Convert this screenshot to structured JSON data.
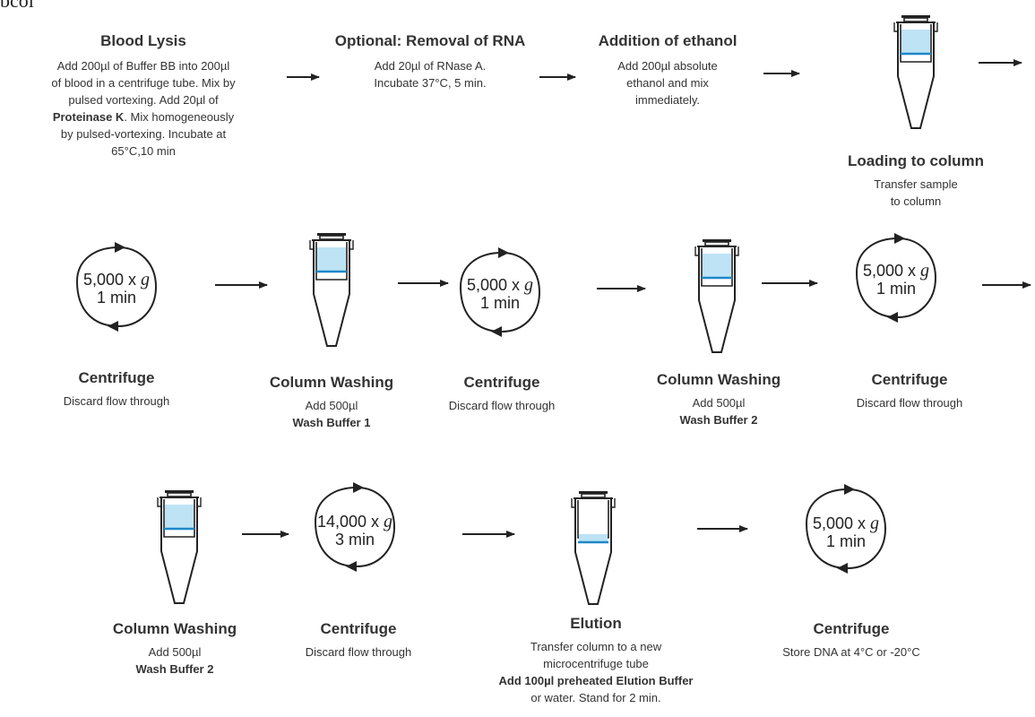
{
  "header_fragment": "bcol",
  "steps": {
    "blood_lysis": {
      "title": "Blood Lysis",
      "lines": [
        "Add 200µl  of Buffer BB into 200µl",
        "of blood in a centrifuge tube. Mix by",
        "pulsed vortexing. Add 20µl  of",
        ". Mix homogeneously",
        "by pulsed-vortexing. Incubate at",
        "65°C,10 min"
      ],
      "proteinase": "Proteinase K"
    },
    "rna_removal": {
      "title": "Optional: Removal of RNA",
      "lines": [
        "Add 20µl of RNase A.",
        "Incubate 37°C, 5 min."
      ]
    },
    "ethanol": {
      "title": "Addition of ethanol",
      "lines": [
        "Add 200µl absolute",
        "ethanol and mix",
        "immediately."
      ]
    },
    "loading": {
      "title": "Loading to column",
      "lines": [
        "Transfer sample",
        "to column"
      ]
    },
    "centrifuge_1": {
      "title": "Centrifuge",
      "desc": "Discard flow through",
      "speed": "5,000 x",
      "unit": "g",
      "time": "1 min"
    },
    "washing_1": {
      "title": "Column Washing",
      "add": "Add 500µl",
      "buffer": "Wash Buffer 1"
    },
    "centrifuge_2": {
      "title": "Centrifuge",
      "desc": "Discard flow through",
      "speed": "5,000 x",
      "unit": "g",
      "time": "1 min"
    },
    "washing_2": {
      "title": "Column Washing",
      "add": "Add 500µl",
      "buffer": "Wash Buffer 2"
    },
    "centrifuge_3": {
      "title": "Centrifuge",
      "desc": "Discard flow through",
      "speed": "5,000 x",
      "unit": "g",
      "time": "1 min"
    },
    "washing_3": {
      "title": "Column Washing",
      "add": "Add 500µl",
      "buffer": "Wash Buffer 2"
    },
    "centrifuge_4": {
      "title": "Centrifuge",
      "desc": "Discard flow through",
      "speed": "14,000 x",
      "unit": "g",
      "time": "3 min"
    },
    "elution": {
      "title": "Elution",
      "line1": "Transfer column to a new",
      "line2": "microcentrifuge tube",
      "line3_add": "Add 100µl preheated ",
      "line3_buffer": "Elution Buffer",
      "line4": "or water. Stand for 2 min."
    },
    "centrifuge_5": {
      "title": "Centrifuge",
      "desc": "Store DNA at 4°C or -20°C",
      "speed": "5,000 x",
      "unit": "g",
      "time": "1 min"
    }
  },
  "colors": {
    "liquid": "#bde3f5",
    "liquid_line": "#1e88c8",
    "stroke": "#222222"
  },
  "icons": [
    "right-arrow-icon",
    "microcentrifuge-tube-icon",
    "spin-cycle-icon"
  ]
}
